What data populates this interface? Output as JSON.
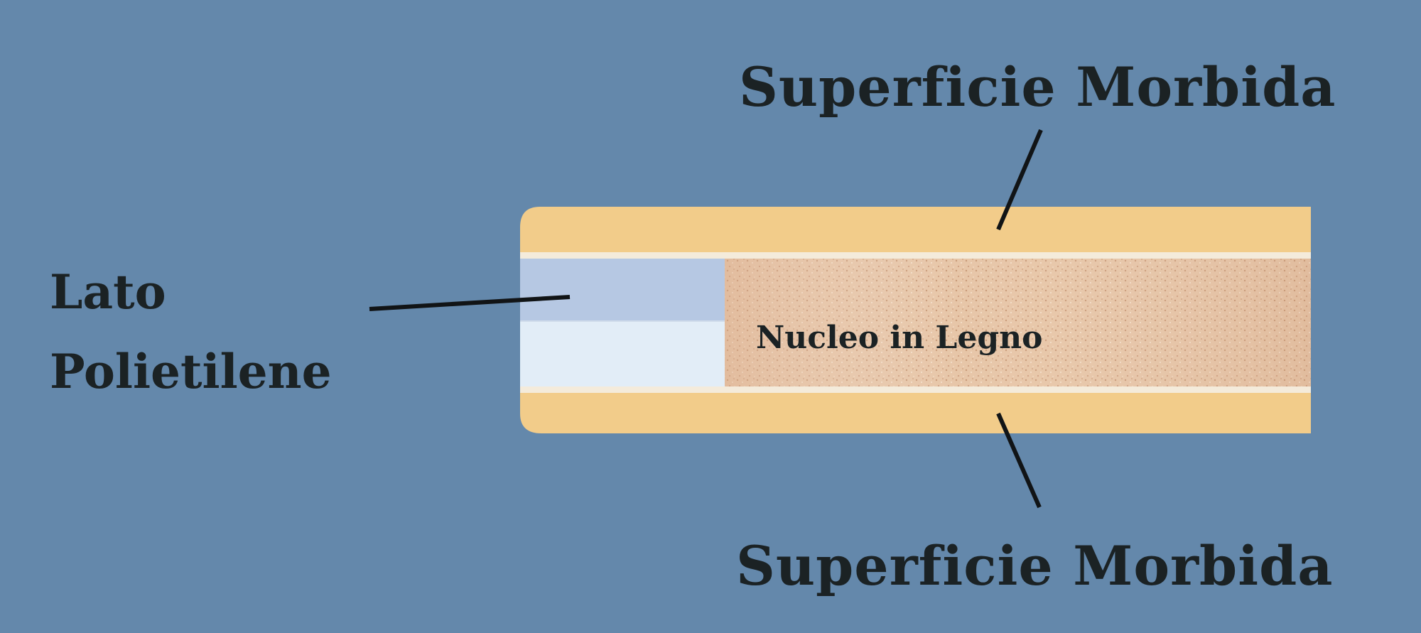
{
  "labels": {
    "top_surface": "Superficie Morbida",
    "bottom_surface": "Superficie Morbida",
    "side_line1": "Lato",
    "side_line2": "Polietilene",
    "core": "Nucleo in Legno"
  },
  "colors": {
    "background": "#6488ab",
    "skin": "#f2cc8a",
    "core": "#e9c9ac",
    "polyethylene_top": "#b6c8e3",
    "polyethylene_bottom": "#e2edf7",
    "text": "#1b2224"
  }
}
